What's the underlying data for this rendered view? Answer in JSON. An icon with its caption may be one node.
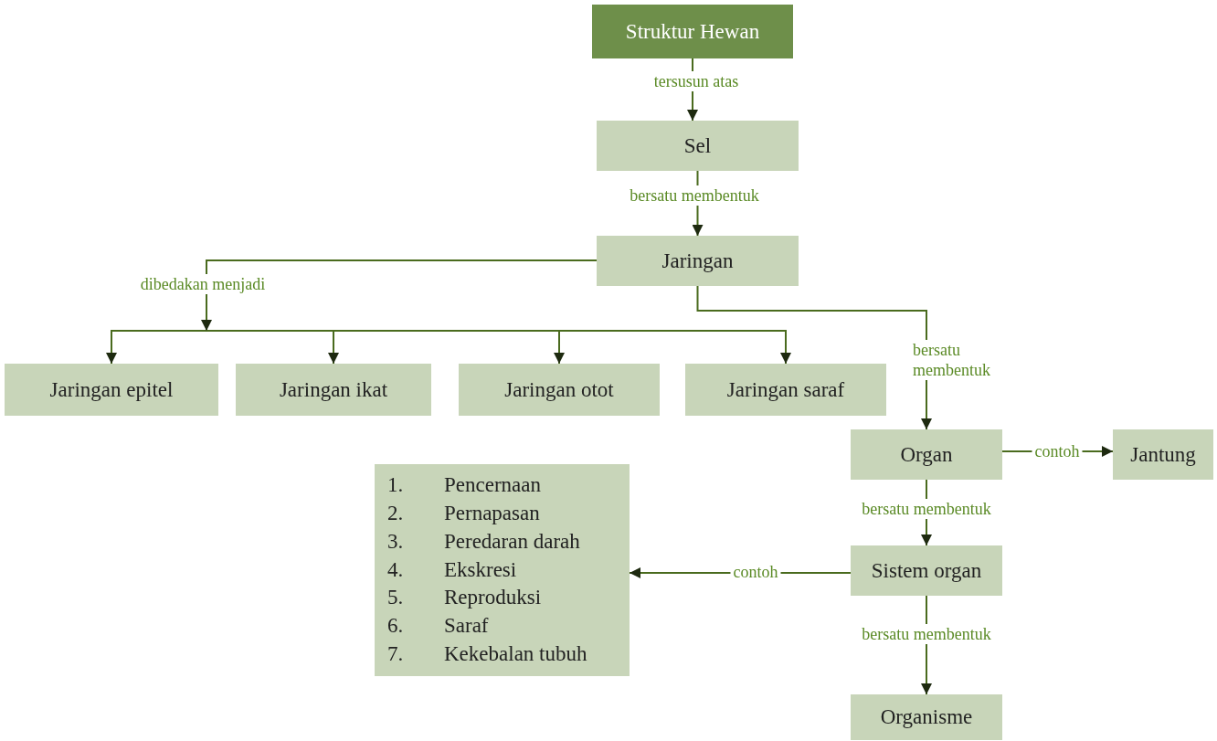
{
  "diagram": {
    "nodes": [
      {
        "text": [
          "Struktur Hewan"
        ]
      },
      {
        "text": [
          "Sel"
        ]
      },
      {
        "text": [
          "Jaringan"
        ]
      },
      {
        "text": [
          "Jaringan epitel"
        ]
      },
      {
        "text": [
          "Jaringan ikat"
        ]
      },
      {
        "text": [
          "Jaringan otot"
        ]
      },
      {
        "text": [
          "Jaringan saraf"
        ]
      },
      {
        "text": [
          "Organ"
        ]
      },
      {
        "text": [
          "Jantung"
        ]
      },
      {
        "text": [
          "1. Pencernaan",
          "2. Pernapasan",
          "3. Peredaran darah",
          "4. Ekskresi",
          "5. Reproduksi",
          "6. Saraf",
          "7. Kekebalan tubuh"
        ]
      },
      {
        "text": [
          "Sistem organ"
        ]
      },
      {
        "text": [
          "Organisme"
        ]
      }
    ],
    "edges": [
      {
        "from": 0,
        "to": 1,
        "arrow": "to",
        "label": "tersusun atas"
      },
      {
        "from": 1,
        "to": 2,
        "arrow": "to",
        "label": "bersatu membentuk"
      },
      {
        "from": 2,
        "to": 3,
        "arrow": "to",
        "label": "dibedakan menjadi"
      },
      {
        "from": 2,
        "to": 4,
        "arrow": "to"
      },
      {
        "from": 2,
        "to": 5,
        "arrow": "to"
      },
      {
        "from": 2,
        "to": 6,
        "arrow": "to"
      },
      {
        "from": 2,
        "to": 7,
        "arrow": "to",
        "label": "bersatu membentuk"
      },
      {
        "from": 7,
        "to": 8,
        "arrow": "to",
        "label": "contoh"
      },
      {
        "from": 7,
        "to": 10,
        "arrow": "to",
        "label": "bersatu membentuk"
      },
      {
        "from": 10,
        "to": 9,
        "arrow": "to",
        "label": "contoh"
      },
      {
        "from": 10,
        "to": 11,
        "arrow": "to",
        "label": "bersatu membentuk"
      }
    ]
  }
}
